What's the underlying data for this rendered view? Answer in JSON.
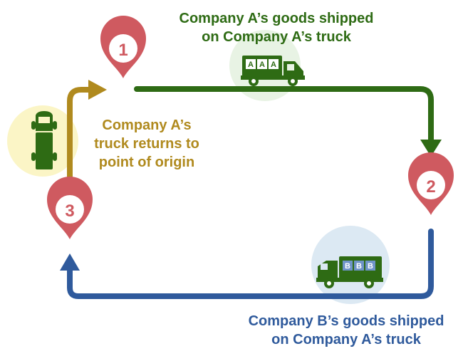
{
  "labels": {
    "top_line1": "Company A’s goods shipped",
    "top_line2": "on Company A’s truck",
    "left_line1": "Company A’s",
    "left_line2": "truck returns to",
    "left_line3": "point of origin",
    "bottom_line1": "Company B’s goods shipped",
    "bottom_line2": "on Company A’s truck"
  },
  "markers": {
    "m1": "1",
    "m2": "2",
    "m3": "3"
  },
  "trucks": {
    "top_cargo": "AAA",
    "bottom_cargo": "BBB"
  },
  "colors": {
    "green": "#2e6b14",
    "blue": "#2f5a9c",
    "gold": "#b08a1e",
    "marker": "#cf5a60",
    "halo_green": "#e8f3e4",
    "halo_blue": "#dce9f3",
    "halo_yellow": "#fbf5c6"
  }
}
